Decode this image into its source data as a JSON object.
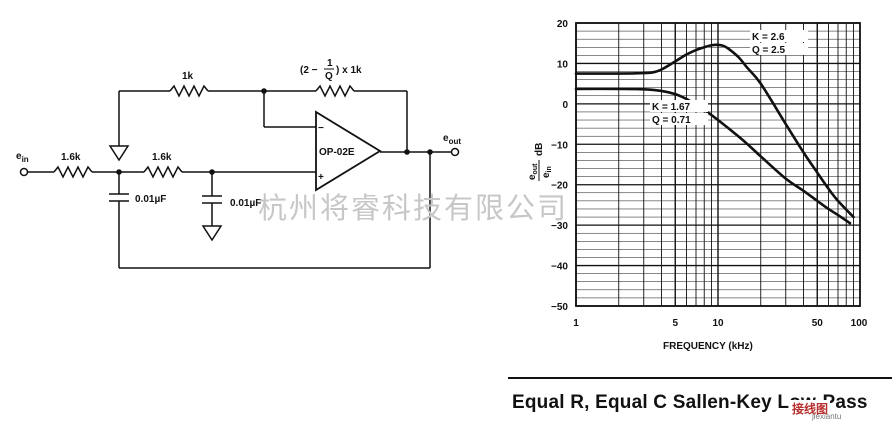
{
  "circuit": {
    "input_label": "e",
    "input_sub": "in",
    "output_label": "e",
    "output_sub": "out",
    "r_input": "1.6k",
    "r_middle": "1.6k",
    "r_feedback_left": "1k",
    "r_feedback_right_prefix": "(2 −",
    "r_feedback_right_num": "1",
    "r_feedback_right_den": "Q",
    "r_feedback_right_suffix": ") x 1k",
    "c1": "0.01µF",
    "c2": "0.01µF",
    "opamp": "OP-02E",
    "minus": "−",
    "plus": "+"
  },
  "watermark": "杭州将睿科技有限公司",
  "chart_data": {
    "type": "line",
    "xlabel": "FREQUENCY (kHz)",
    "ylabel_num": "e",
    "ylabel_num_sub": "out",
    "ylabel_den": "e",
    "ylabel_den_sub": "in",
    "ylabel_unit": "dB",
    "x_scale": "log",
    "xlim": [
      1,
      100
    ],
    "ylim": [
      -50,
      20
    ],
    "grid": true,
    "x_tick_labels": [
      "1",
      "5",
      "10",
      "50",
      "100"
    ],
    "y_tick_labels": [
      "20",
      "10",
      "0",
      "−10",
      "−20",
      "−30",
      "−40",
      "−50"
    ],
    "series": [
      {
        "x": [
          1,
          2,
          3,
          3.5,
          4,
          5,
          6,
          7,
          8,
          9,
          10,
          11,
          12,
          14,
          16,
          20,
          30,
          40,
          50,
          60,
          70,
          90
        ],
        "y": [
          7.5,
          7.5,
          7.6,
          7.8,
          8.5,
          10.5,
          12.2,
          13.3,
          14,
          14.5,
          14.6,
          14.3,
          13.5,
          11.5,
          9,
          5,
          -5,
          -12,
          -17,
          -21,
          -24,
          -28
        ],
        "annotation": [
          "K = 2.6",
          "Q = 2.5"
        ]
      },
      {
        "x": [
          1,
          2,
          3,
          4,
          5,
          6,
          7,
          8,
          10,
          15,
          20,
          30,
          40,
          50,
          60,
          70,
          85
        ],
        "y": [
          3.7,
          3.7,
          3.6,
          3.2,
          2.4,
          1.2,
          -0.2,
          -1.5,
          -4,
          -9,
          -13,
          -18.5,
          -21.5,
          -24,
          -26,
          -27.5,
          -29.5
        ],
        "annotation": [
          "K = 1.67",
          "Q = 0.71"
        ]
      }
    ]
  },
  "caption": "Equal R, Equal C Sallen-Key Low-Pass",
  "corner_logo": "接线图",
  "corner_url": "jiexiantu"
}
